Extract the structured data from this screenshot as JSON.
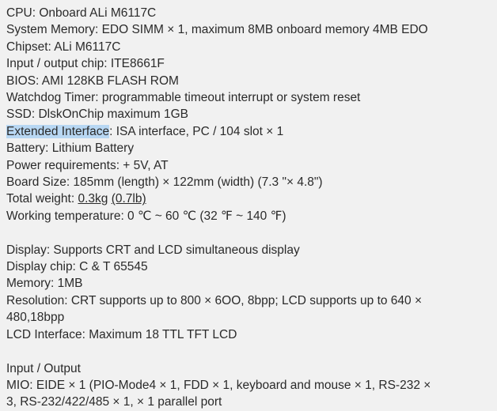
{
  "document": {
    "colors": {
      "background": "#f1f1f1",
      "text": "#2a2a2a",
      "highlight": "#b8d7f3"
    },
    "lines": [
      {
        "segments": [
          {
            "text": "CPU: Onboard ALi M6117C",
            "style": "normal"
          }
        ]
      },
      {
        "segments": [
          {
            "text": "System Memory: EDO SIMM × 1, maximum 8MB onboard memory 4MB EDO",
            "style": "normal"
          }
        ]
      },
      {
        "segments": [
          {
            "text": "Chipset: ALi M6117C",
            "style": "normal"
          }
        ]
      },
      {
        "segments": [
          {
            "text": "Input / output chip: ITE8661F",
            "style": "normal"
          }
        ]
      },
      {
        "segments": [
          {
            "text": "BIOS: AMI 128KB FLASH ROM",
            "style": "normal"
          }
        ]
      },
      {
        "segments": [
          {
            "text": "Watchdog Timer: programmable timeout interrupt or system reset",
            "style": "normal"
          }
        ]
      },
      {
        "segments": [
          {
            "text": "SSD: DlskOnChip maximum 1GB",
            "style": "normal"
          }
        ]
      },
      {
        "segments": [
          {
            "text": "Extended Interface",
            "style": "highlight"
          },
          {
            "text": ": ISA interface, PC / 104 slot × 1",
            "style": "normal"
          }
        ]
      },
      {
        "segments": [
          {
            "text": "Battery: Lithium Battery",
            "style": "normal"
          }
        ]
      },
      {
        "segments": [
          {
            "text": "Power requirements: + 5V, AT",
            "style": "normal"
          }
        ]
      },
      {
        "segments": [
          {
            "text": "Board Size: 185mm (length) × 122mm (width) (7.3 \"× 4.8\")",
            "style": "normal"
          }
        ]
      },
      {
        "segments": [
          {
            "text": "Total weight: ",
            "style": "normal"
          },
          {
            "text": "0.3kg",
            "style": "underline"
          },
          {
            "text": " ",
            "style": "normal"
          },
          {
            "text": "(0.7lb)",
            "style": "underline"
          }
        ]
      },
      {
        "segments": [
          {
            "text": "Working temperature: 0 ℃ ~ 60 ℃ (32 ℉ ~ 140 ℉)",
            "style": "normal"
          }
        ]
      },
      {
        "segments": []
      },
      {
        "segments": [
          {
            "text": "Display: Supports CRT and LCD simultaneous display",
            "style": "normal"
          }
        ]
      },
      {
        "segments": [
          {
            "text": "Display chip: C & T 65545",
            "style": "normal"
          }
        ]
      },
      {
        "segments": [
          {
            "text": "Memory: 1MB",
            "style": "normal"
          }
        ]
      },
      {
        "segments": [
          {
            "text": "Resolution: CRT supports up to 800 × 6OO, 8bpp; LCD supports up to 640 ×",
            "style": "normal"
          }
        ]
      },
      {
        "segments": [
          {
            "text": "480,18bpp",
            "style": "normal"
          }
        ]
      },
      {
        "segments": [
          {
            "text": "LCD Interface: Maximum 18 TTL TFT LCD",
            "style": "normal"
          }
        ]
      },
      {
        "segments": []
      },
      {
        "segments": [
          {
            "text": "Input / Output",
            "style": "normal"
          }
        ]
      },
      {
        "segments": [
          {
            "text": "MIO: EIDE × 1 (PIO-Mode4 × 1, FDD × 1, keyboard and mouse × 1, RS-232 ×",
            "style": "normal"
          }
        ]
      },
      {
        "segments": [
          {
            "text": "3, RS-232/422/485 × 1, × 1 parallel port",
            "style": "normal"
          }
        ]
      }
    ]
  }
}
